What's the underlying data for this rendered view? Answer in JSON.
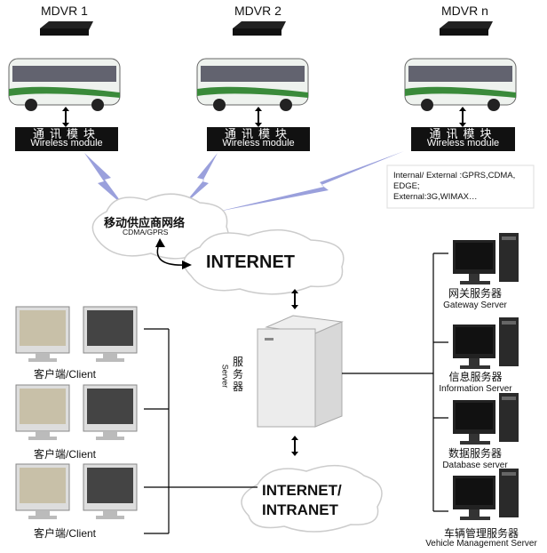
{
  "vehicles": [
    {
      "title": "MDVR 1",
      "module_cn": "通讯模块",
      "module_en": "Wireless module"
    },
    {
      "title": "MDVR 2",
      "module_cn": "通讯模块",
      "module_en": "Wireless module"
    },
    {
      "title": "MDVR n",
      "module_cn": "通讯模块",
      "module_en": "Wireless module"
    }
  ],
  "network_note": [
    "Internal/ External :GPRS,CDMA,",
    "EDGE;",
    "External:3G,WIMAX…"
  ],
  "mobile_network": {
    "cn": "移动供应商网络",
    "en": "CDMA/GPRS"
  },
  "internet": "INTERNET",
  "intranet": [
    "INTERNET/",
    "INTRANET"
  ],
  "server": {
    "cn": "服务器",
    "en": "Server"
  },
  "clients": [
    "客户端/Client",
    "客户端/Client",
    "客户端/Client"
  ],
  "servers": [
    {
      "cn": "网关服务器",
      "en": "Gateway Server"
    },
    {
      "cn": "信息服务器",
      "en": "Information Server"
    },
    {
      "cn": "数据服务器",
      "en": "Database server"
    },
    {
      "cn": "车辆管理服务器",
      "en": "Vehicle Management Server"
    }
  ],
  "colors": {
    "bus": "#e8efe6",
    "bus_stripe": "#3a8a3a",
    "lightning": "#8a8fd0",
    "module": "#111111"
  }
}
